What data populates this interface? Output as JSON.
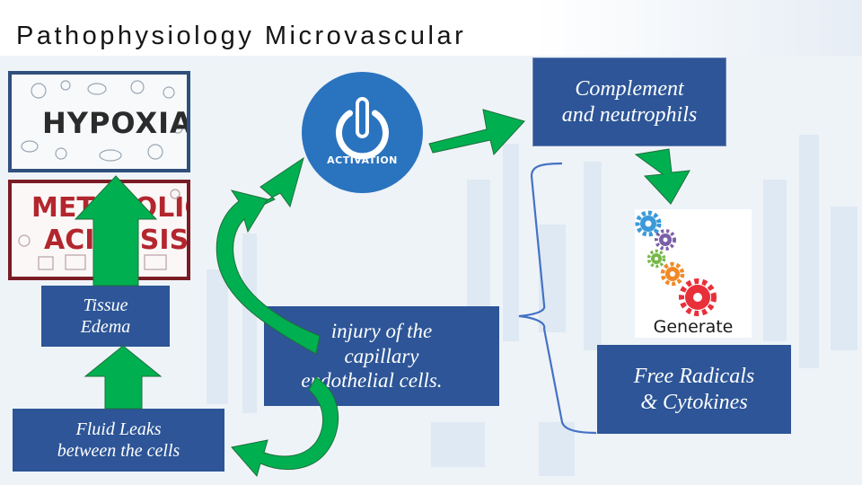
{
  "title": "Pathophysiology Microvascular",
  "images": {
    "hypoxia_word": "HYPOXIA",
    "acidosis_word_1": "METABOLIC",
    "acidosis_word_2": "ACIDOSIS",
    "activation_label": "ACTIVATION",
    "gears_label": "Generate"
  },
  "boxes": {
    "complement": [
      "Complement",
      "and neutrophils"
    ],
    "tissue_edema": [
      "Tissue",
      "Edema"
    ],
    "injury": [
      "injury of the",
      "capillary",
      "endothelial cells."
    ],
    "fluid_leaks": [
      "Fluid Leaks",
      "between the cells"
    ],
    "free_radicals": [
      "Free Radicals",
      "& Cytokines"
    ]
  },
  "colors": {
    "box_fill": "#2d5597",
    "arrow_green": "#00b050",
    "bracket": "#4472c4",
    "activation_blue": "#2a73bf"
  },
  "icons": [
    "power-icon",
    "gear-icon"
  ]
}
